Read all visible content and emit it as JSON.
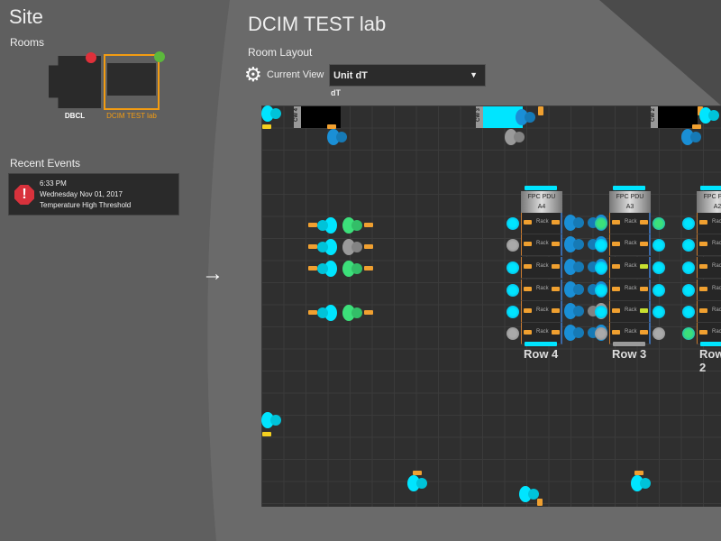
{
  "site": {
    "title": "Site",
    "rooms_label": "Rooms",
    "rooms": [
      {
        "name": "DBCL",
        "status_color": "#e0303a",
        "selected": false
      },
      {
        "name": "DCIM TEST lab",
        "status_color": "#5cb83c",
        "selected": true
      }
    ]
  },
  "recent_events": {
    "label": "Recent Events",
    "events": [
      {
        "time": "6:33 PM",
        "date": "Wednesday Nov 01, 2017",
        "message": "Temperature High Threshold",
        "icon": "alert-octagon-icon"
      }
    ]
  },
  "nav": {
    "arrow_icon": "arrow-right-icon",
    "arrow": "→"
  },
  "main": {
    "title": "DCIM TEST lab",
    "room_layout_label": "Room Layout",
    "current_view_label": "Current View",
    "view_select": {
      "value": "Unit dT"
    },
    "legend_label": "dT",
    "gear": "⚙"
  },
  "floor": {
    "crac_units": [
      {
        "label": "CW 4"
      },
      {
        "label": "CW 3"
      },
      {
        "label": "CW 2"
      }
    ],
    "rows": [
      {
        "label": "Row 4",
        "pdu": "FPC PDU",
        "pdu_id": "A4",
        "rack_label": "Rack"
      },
      {
        "label": "Row 3",
        "pdu": "FPC PDU",
        "pdu_id": "A3",
        "rack_label": "Rack"
      },
      {
        "label": "Row 2",
        "pdu": "FPC PDU",
        "pdu_id": "A2",
        "rack_label": "Rack"
      }
    ]
  },
  "colors": {
    "accent": "#f39c12",
    "cyan": "#00e5ff",
    "blue": "#1a8fd6",
    "gray": "#9a9a9a",
    "green": "#3ce07a",
    "orange": "#f0a030",
    "yellow": "#f5d020"
  }
}
